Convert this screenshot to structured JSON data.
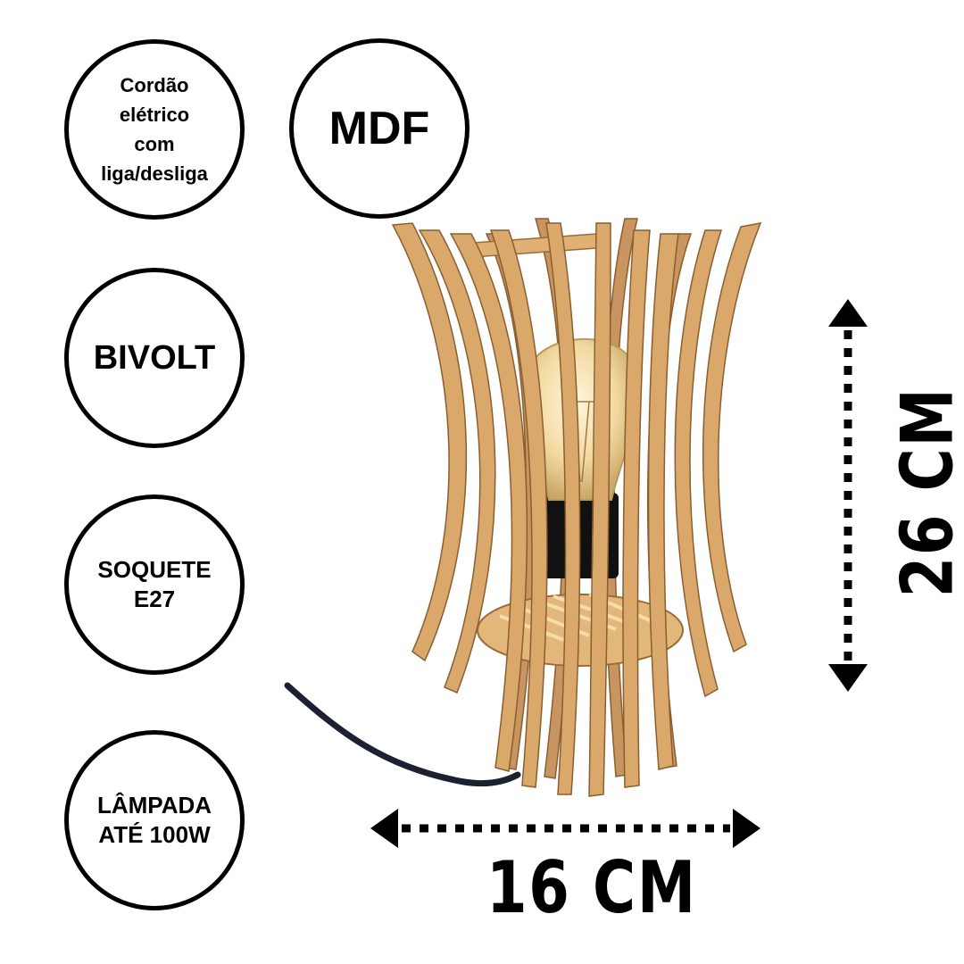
{
  "features": {
    "cord": [
      "Cordão",
      "elétrico",
      "com",
      "liga/desliga"
    ],
    "material": "MDF",
    "voltage": "BIVOLT",
    "socket": [
      "SOQUETE",
      "E27"
    ],
    "lamp": [
      "LÂMPADA",
      "ATÉ 100W"
    ]
  },
  "dimensions": {
    "width": "16 CM",
    "height": "26 CM"
  },
  "colors": {
    "wood": "#d9a86a",
    "wood_dark": "#b8844a",
    "outline": "#000000"
  }
}
